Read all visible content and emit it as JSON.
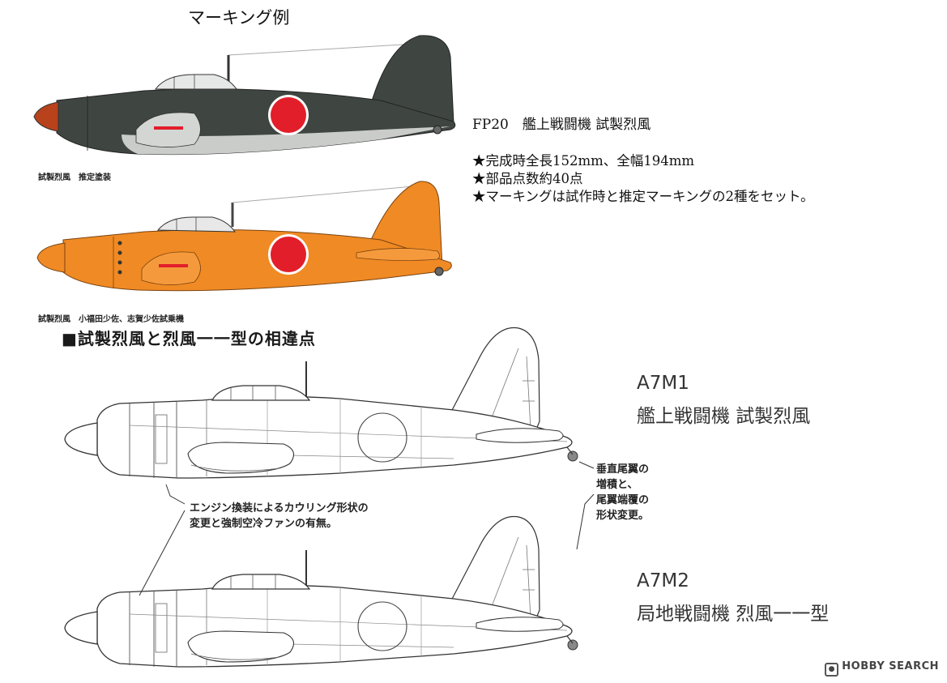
{
  "marking_title": "マーキング例",
  "marking1_caption": "試製烈風　推定塗装",
  "marking2_caption": "試製烈風　小福田少佐、志賀少佐試乗機",
  "section_heading": "■試製烈風と烈風一一型の相違点",
  "product": {
    "title": "FP20　艦上戦闘機 試製烈風",
    "bullets": [
      "★完成時全長152mm、全幅194mm",
      "★部品点数約40点",
      "★マーキングは試作時と推定マーキングの2種をセット。"
    ]
  },
  "model1": {
    "code": "A7M1",
    "name": "艦上戦闘機 試製烈風"
  },
  "model2": {
    "code": "A7M2",
    "name": "局地戦闘機 烈風一一型"
  },
  "note_engine": [
    "エンジン換装によるカウリング形状の",
    "変更と強制空冷ファンの有無。"
  ],
  "note_tail": [
    "垂直尾翼の",
    "増積と、",
    "尾翼端覆の",
    "形状変更。"
  ],
  "watermark": "HOBBY SEARCH",
  "colors": {
    "green_scheme": "#3f4641",
    "orange_scheme": "#f08a24",
    "hinomaru": "#e21e2a",
    "prop_spinner": "#b8421c"
  }
}
